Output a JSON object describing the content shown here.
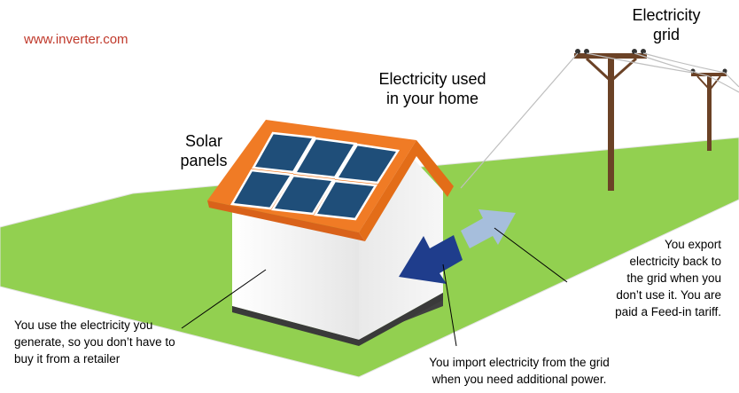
{
  "brand": {
    "url_text": "www.inverter.com"
  },
  "labels": {
    "grid_line1": "Electricity",
    "grid_line2": "grid",
    "home_line1": "Electricity used",
    "home_line2": "in your home",
    "solar_line1": "Solar",
    "solar_line2": "panels",
    "export_line1": "You export",
    "export_line2": "electricity back to",
    "export_line3": "the grid when you",
    "export_line4": "don’t use it. You are",
    "export_line5": "paid a Feed-in tariff.",
    "use_line1": "You use the electricity you",
    "use_line2": "generate, so you don’t have to",
    "use_line3": "buy it from a retailer",
    "import_line1": "You import electricity from the grid",
    "import_line2": "when you need additional power."
  },
  "colors": {
    "grass": "#92d050",
    "roof": "#f07b25",
    "panel": "#1f4e79",
    "wall": "#f2f2f2",
    "import_arrow": "#1f3d8c",
    "export_arrow": "#a6bedc",
    "pole": "#6b4226",
    "brand": "#c0392b"
  }
}
